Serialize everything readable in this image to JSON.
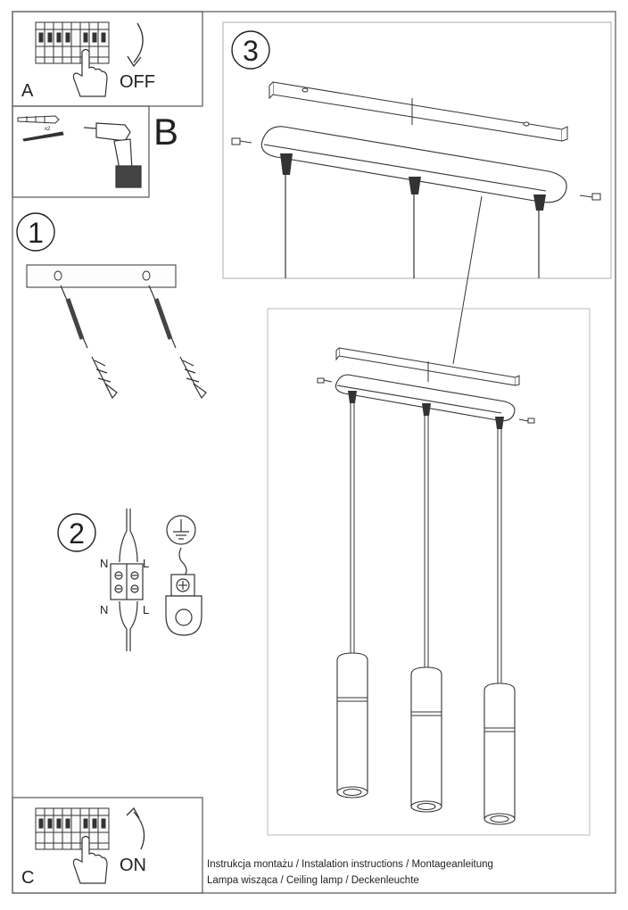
{
  "panels": {
    "a": {
      "letter": "A",
      "switch_label": "OFF"
    },
    "b": {
      "letter": "B",
      "qty": "x2"
    },
    "c": {
      "letter": "C",
      "switch_label": "ON"
    }
  },
  "steps": {
    "s1": "1",
    "s2": "2",
    "s3": "3"
  },
  "wiring": {
    "n_top": "N",
    "l_top": "L",
    "n_bottom": "N",
    "l_bottom": "L"
  },
  "footer": {
    "line1": "Instrukcja montażu / Instalation instructions / Montageanleitung",
    "line2": "Lampa wisząca / Ceiling lamp / Deckenleuchte"
  },
  "colors": {
    "ink": "#222222",
    "frame": "#555555",
    "dark_part": "#333333"
  }
}
